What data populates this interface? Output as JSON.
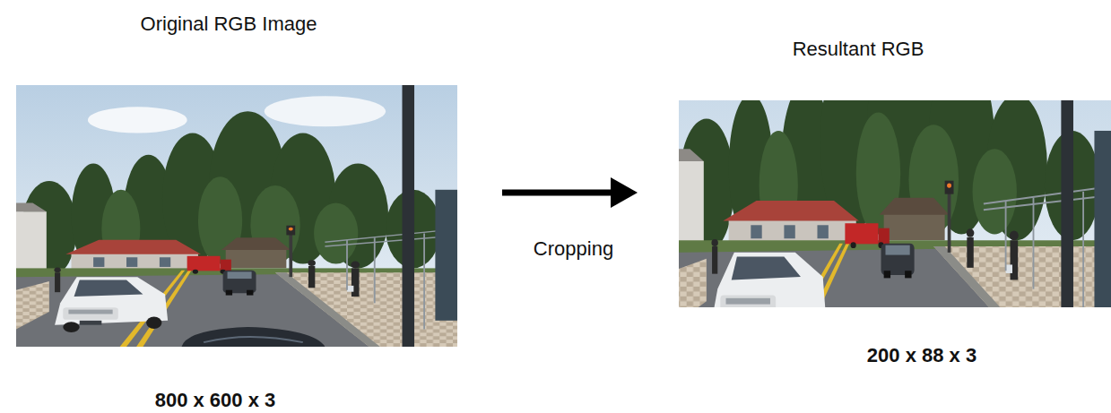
{
  "diagram": {
    "nodes": [
      {
        "text": [
          "Original RGB Image",
          "800 x 600 x 3"
        ]
      },
      {
        "text": [
          "Resultant RGB",
          "200 x 88 x 3"
        ]
      }
    ],
    "edges": [
      {
        "from": 0,
        "to": 1,
        "arrow": "to",
        "label": "Cropping"
      }
    ]
  }
}
